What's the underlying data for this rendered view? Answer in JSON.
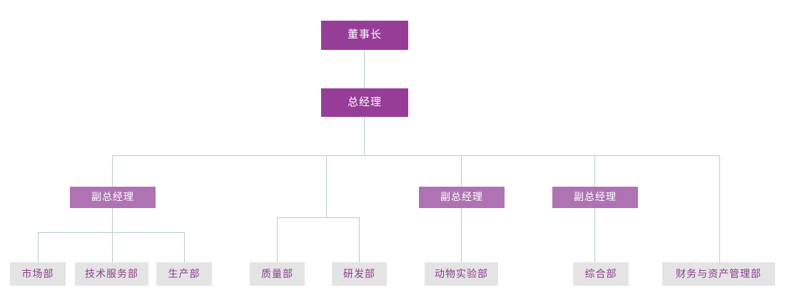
{
  "chart_data": {
    "type": "diagram",
    "diagram_type": "organizational-chart",
    "title": "",
    "orientation": "top-down",
    "colors": {
      "level1_fill": "#963d97",
      "level1_text": "#ffffff",
      "level2_fill": "#963d97",
      "level2_text": "#ffffff",
      "level3_fill": "#af73b3",
      "level3_text": "#ffffff",
      "leaf_fill": "#e4e4e4",
      "leaf_text": "#8e3b8f",
      "connector": "#b9c8d3",
      "background": "#ffffff"
    },
    "levels": [
      {
        "level": 1,
        "labels": [
          "董事长"
        ]
      },
      {
        "level": 2,
        "labels": [
          "总经理"
        ]
      },
      {
        "level": 3,
        "labels": [
          "副总经理",
          "副总经理",
          "副总经理"
        ]
      },
      {
        "level": 4,
        "labels": [
          "市场部",
          "技术服务部",
          "生产部",
          "质量部",
          "研发部",
          "动物实验部",
          "综合部",
          "财务与资产管理部"
        ]
      }
    ],
    "edges": [
      {
        "from": "董事长",
        "to": "总经理"
      },
      {
        "from": "总经理",
        "to": "副总经理 (1)"
      },
      {
        "from": "总经理",
        "to": "质量部/研发部 branch"
      },
      {
        "from": "总经理",
        "to": "副总经理 (2)"
      },
      {
        "from": "总经理",
        "to": "副总经理 (3)"
      },
      {
        "from": "总经理",
        "to": "财务与资产管理部"
      },
      {
        "from": "副总经理 (1)",
        "to": "市场部"
      },
      {
        "from": "副总经理 (1)",
        "to": "技术服务部"
      },
      {
        "from": "副总经理 (1)",
        "to": "生产部"
      },
      {
        "from": "副总经理 (2)",
        "to": "动物实验部"
      },
      {
        "from": "副总经理 (3)",
        "to": "综合部"
      }
    ]
  },
  "nodes": {
    "chairman": {
      "label": "董事长"
    },
    "general_manager": {
      "label": "总经理"
    },
    "deputy_1": {
      "label": "副总经理"
    },
    "deputy_2": {
      "label": "副总经理"
    },
    "deputy_3": {
      "label": "副总经理"
    },
    "dept_market": {
      "label": "市场部"
    },
    "dept_tech_service": {
      "label": "技术服务部"
    },
    "dept_production": {
      "label": "生产部"
    },
    "dept_quality": {
      "label": "质量部"
    },
    "dept_rnd": {
      "label": "研发部"
    },
    "dept_animal_lab": {
      "label": "动物实验部"
    },
    "dept_general_affairs": {
      "label": "综合部"
    },
    "dept_finance_asset": {
      "label": "财务与资产管理部"
    }
  }
}
